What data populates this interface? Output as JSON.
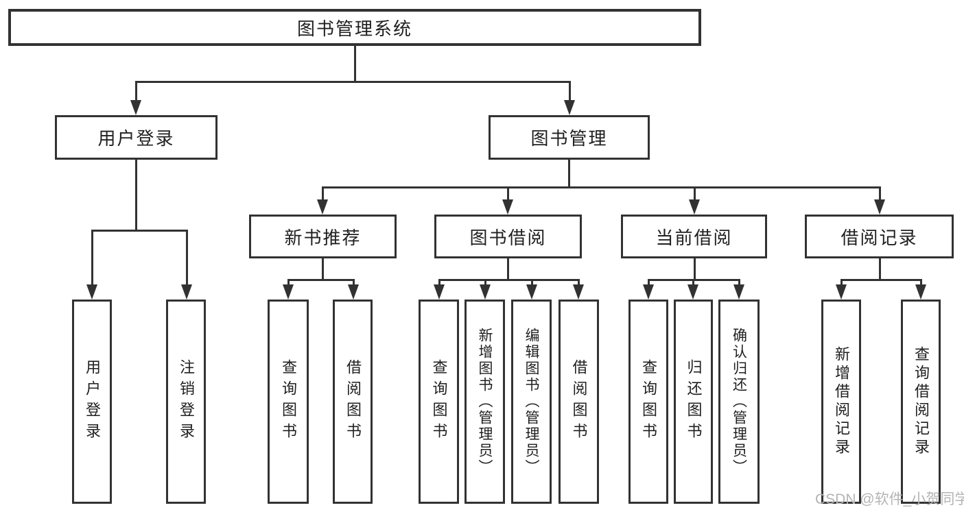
{
  "diagram": {
    "root": {
      "label": "图书管理系统"
    },
    "branches": [
      {
        "label": "用户登录",
        "children": [
          {
            "label": "用户登录"
          },
          {
            "label": "注销登录"
          }
        ]
      },
      {
        "label": "图书管理",
        "children": [
          {
            "label": "新书推荐",
            "children": [
              {
                "label": "查询图书"
              },
              {
                "label": "借阅图书"
              }
            ]
          },
          {
            "label": "图书借阅",
            "children": [
              {
                "label": "查询图书"
              },
              {
                "label": "新增图书（管理员）"
              },
              {
                "label": "编辑图书（管理员）"
              },
              {
                "label": "借阅图书"
              }
            ]
          },
          {
            "label": "当前借阅",
            "children": [
              {
                "label": "查询图书"
              },
              {
                "label": "归还图书"
              },
              {
                "label": "确认归还（管理员）"
              }
            ]
          },
          {
            "label": "借阅记录",
            "children": [
              {
                "label": "新增借阅记录"
              },
              {
                "label": "查询借阅记录"
              }
            ]
          }
        ]
      }
    ]
  },
  "watermark": {
    "text": "CSDN @软件_小贺同学"
  },
  "colors": {
    "line": "#323232",
    "background": "#ffffff",
    "watermark_text": "#b4b4b4"
  }
}
